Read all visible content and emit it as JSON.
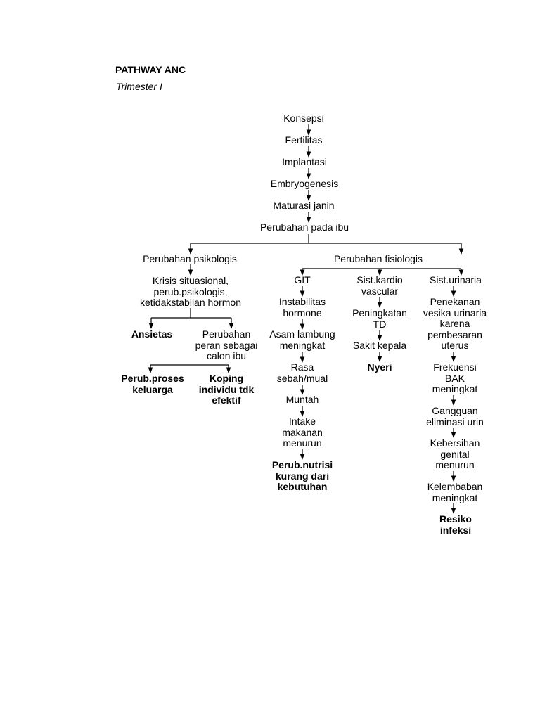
{
  "header": {
    "title": "PATHWAY ANC",
    "subtitle": "Trimester I"
  },
  "nodes": {
    "konsepsi": "Konsepsi",
    "fertilitas": "Fertilitas",
    "implantasi": "Implantasi",
    "embryogenesis": "Embryogenesis",
    "maturasi": "Maturasi janin",
    "perubahan_ibu": "Perubahan pada ibu",
    "psikologis": "Perubahan psikologis",
    "krisis": [
      "Krisis situasional,",
      "perub.psikologis,",
      "ketidakstabilan hormon"
    ],
    "ansietas": "Ansietas",
    "perubahan_peran": [
      "Perubahan",
      "peran sebagai",
      "calon ibu"
    ],
    "perub_proses": [
      "Perub.proses",
      "keluarga"
    ],
    "koping": [
      "Koping",
      "individu tdk",
      "efektif"
    ],
    "fisiologis": "Perubahan fisiologis",
    "git": "GIT",
    "instabilitas": [
      "Instabilitas",
      "hormone"
    ],
    "asam_lambung": [
      "Asam lambung",
      "meningkat"
    ],
    "rasa_mual": [
      "Rasa",
      "sebah/mual"
    ],
    "muntah": "Muntah",
    "intake": [
      "Intake",
      "makanan",
      "menurun"
    ],
    "perub_nutrisi": [
      "Perub.nutrisi",
      "kurang dari",
      "kebutuhan"
    ],
    "kardio": [
      "Sist.kardio",
      "vascular"
    ],
    "peningkatan_td": [
      "Peningkatan",
      "TD"
    ],
    "sakit_kepala": "Sakit kepala",
    "nyeri": "Nyeri",
    "urinaria": "Sist.urinaria",
    "penekanan": [
      "Penekanan",
      "vesika urinaria",
      "karena",
      "pembesaran",
      "uterus"
    ],
    "frekuensi": [
      "Frekuensi",
      "BAK",
      "meningkat"
    ],
    "gangguan": [
      "Gangguan",
      "eliminasi urin"
    ],
    "kebersihan": [
      "Kebersihan",
      "genital",
      "menurun"
    ],
    "kelembaban": [
      "Kelembaban",
      "meningkat"
    ],
    "resiko": [
      "Resiko",
      "infeksi"
    ]
  }
}
